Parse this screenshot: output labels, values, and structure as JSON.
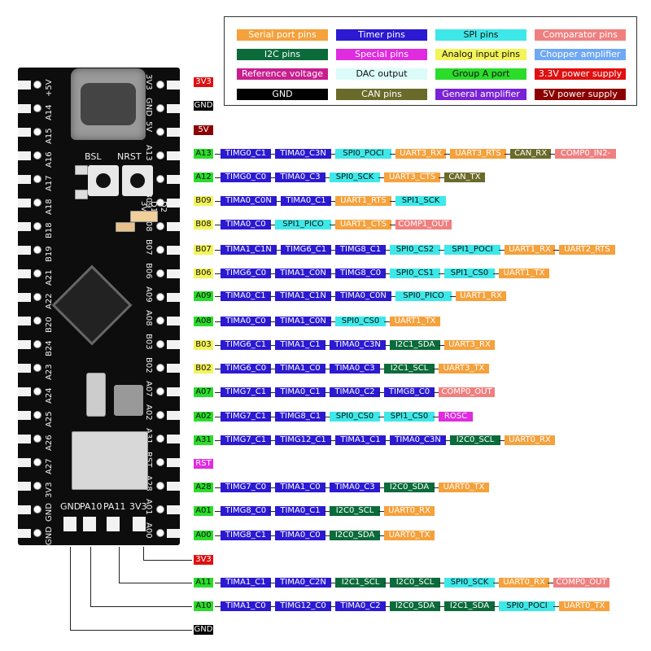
{
  "legend": [
    {
      "label": "Serial port pins",
      "color": "#f5a13c",
      "text": "#ffffff"
    },
    {
      "label": "Timer pins",
      "color": "#2b1ad2",
      "text": "#ffffff"
    },
    {
      "label": "SPI pins",
      "color": "#3ee8e8",
      "text": "#111111"
    },
    {
      "label": "Comparator pins",
      "color": "#f08080",
      "text": "#ffffff"
    },
    {
      "label": "I2C pins",
      "color": "#0b6b3a",
      "text": "#ffffff"
    },
    {
      "label": "Special pins",
      "color": "#e02be0",
      "text": "#ffffff"
    },
    {
      "label": "Analog input pins",
      "color": "#f3f35a",
      "text": "#111111"
    },
    {
      "label": "Chopper amplifier",
      "color": "#6fa8f5",
      "text": "#ffffff"
    },
    {
      "label": "Reference voltage",
      "color": "#c81e8f",
      "text": "#ffffff"
    },
    {
      "label": "DAC output",
      "color": "#dbfcf9",
      "text": "#111111"
    },
    {
      "label": "Group A port",
      "color": "#2bdc2b",
      "text": "#111111"
    },
    {
      "label": "3.3V power supply",
      "color": "#e01010",
      "text": "#ffffff"
    },
    {
      "label": "GND",
      "color": "#000000",
      "text": "#ffffff"
    },
    {
      "label": "CAN pins",
      "color": "#6a6a2a",
      "text": "#ffffff"
    },
    {
      "label": "General amplifier",
      "color": "#7a22d6",
      "text": "#ffffff"
    },
    {
      "label": "5V power supply",
      "color": "#8b0000",
      "text": "#ffffff"
    }
  ],
  "colors": {
    "uart": "#f5a13c",
    "tim": "#2b1ad2",
    "spi": "#3ee8e8",
    "comp": "#f08080",
    "i2c": "#0b6b3a",
    "special": "#e02be0",
    "analog": "#f3f35a",
    "can": "#6a6a2a",
    "groupA": "#2bdc2b",
    "v33": "#e01010",
    "gnd": "#000000",
    "v5": "#8b0000"
  },
  "board": {
    "left_pins": [
      "+5V",
      "A14",
      "A15",
      "A16",
      "A17",
      "A18",
      "B18",
      "B19",
      "A21",
      "A22",
      "B20",
      "B24",
      "A23",
      "A24",
      "A25",
      "A26",
      "A27",
      "3V3",
      "GND",
      "GND"
    ],
    "right_pins": [
      "3V3",
      "GND",
      "5V",
      "A13",
      "A12",
      "B09",
      "B08",
      "B07",
      "B06",
      "A09",
      "A08",
      "B03",
      "B02",
      "A07",
      "A02",
      "A31",
      "RST",
      "A28",
      "A01",
      "A00"
    ],
    "bsl_label": "BSL",
    "nrst_label": "NRST",
    "bottom_labels": [
      "GND",
      "PA10",
      "PA11",
      "3V3"
    ],
    "side_labels": [
      "3V3",
      "D1",
      "D2"
    ]
  },
  "rows": [
    {
      "pin": "3V3",
      "pin_type": "v33",
      "funcs": []
    },
    {
      "pin": "GND",
      "pin_type": "gnd",
      "funcs": []
    },
    {
      "pin": "5V",
      "pin_type": "v5",
      "funcs": []
    },
    {
      "pin": "A13",
      "pin_type": "groupA",
      "funcs": [
        [
          "TIMG0_C1",
          "tim"
        ],
        [
          "TIMA0_C3N",
          "tim"
        ],
        [
          "SPI0_POCI",
          "spi"
        ],
        [
          "UART3_RX",
          "uart"
        ],
        [
          "UART3_RTS",
          "uart"
        ],
        [
          "CAN_RX",
          "can"
        ],
        [
          "COMP0_IN2-",
          "comp"
        ]
      ]
    },
    {
      "pin": "A12",
      "pin_type": "groupA",
      "funcs": [
        [
          "TIMG0_C0",
          "tim"
        ],
        [
          "TIMA0_C3",
          "tim"
        ],
        [
          "SPI0_SCK",
          "spi"
        ],
        [
          "UART3_CTS",
          "uart"
        ],
        [
          "CAN_TX",
          "can"
        ]
      ]
    },
    {
      "pin": "B09",
      "pin_type": "analog",
      "funcs": [
        [
          "TIMA0_C0N",
          "tim"
        ],
        [
          "TIMA0_C1",
          "tim"
        ],
        [
          "UART1_RTS",
          "uart"
        ],
        [
          "SPI1_SCK",
          "spi"
        ]
      ]
    },
    {
      "pin": "B08",
      "pin_type": "analog",
      "funcs": [
        [
          "TIMA0_C0",
          "tim"
        ],
        [
          "SPI1_PICO",
          "spi"
        ],
        [
          "UART1_CTS",
          "uart"
        ],
        [
          "COMP1_OUT",
          "comp"
        ]
      ]
    },
    {
      "pin": "B07",
      "pin_type": "analog",
      "funcs": [
        [
          "TIMA1_C1N",
          "tim"
        ],
        [
          "TIMG6_C1",
          "tim"
        ],
        [
          "TIMG8_C1",
          "tim"
        ],
        [
          "SPI0_CS2",
          "spi"
        ],
        [
          "SPI1_POCI",
          "spi"
        ],
        [
          "UART1_RX",
          "uart"
        ],
        [
          "UART2_RTS",
          "uart"
        ]
      ]
    },
    {
      "pin": "B06",
      "pin_type": "analog",
      "funcs": [
        [
          "TIMG6_C0",
          "tim"
        ],
        [
          "TIMA1_C0N",
          "tim"
        ],
        [
          "TIMG8_C0",
          "tim"
        ],
        [
          "SPI0_CS1",
          "spi"
        ],
        [
          "SPI1_CS0",
          "spi"
        ],
        [
          "UART1_TX",
          "uart"
        ]
      ]
    },
    {
      "pin": "A09",
      "pin_type": "groupA",
      "funcs": [
        [
          "TIMA0_C1",
          "tim"
        ],
        [
          "TIMA1_C1N",
          "tim"
        ],
        [
          "TIMA0_C0N",
          "tim"
        ],
        [
          "SPI0_PICO",
          "spi"
        ],
        [
          "UART1_RX",
          "uart"
        ]
      ]
    },
    {
      "pin": "A08",
      "pin_type": "groupA",
      "funcs": [
        [
          "TIMA0_C0",
          "tim"
        ],
        [
          "TIMA1_C0N",
          "tim"
        ],
        [
          "SPI0_CS0",
          "spi"
        ],
        [
          "UART1_TX",
          "uart"
        ]
      ]
    },
    {
      "pin": "B03",
      "pin_type": "analog",
      "funcs": [
        [
          "TIMG6_C1",
          "tim"
        ],
        [
          "TIMA1_C1",
          "tim"
        ],
        [
          "TIMA0_C3N",
          "tim"
        ],
        [
          "I2C1_SDA",
          "i2c"
        ],
        [
          "UART3_RX",
          "uart"
        ]
      ]
    },
    {
      "pin": "B02",
      "pin_type": "analog",
      "funcs": [
        [
          "TIMG6_C0",
          "tim"
        ],
        [
          "TIMA1_C0",
          "tim"
        ],
        [
          "TIMA0_C3",
          "tim"
        ],
        [
          "I2C1_SCL",
          "i2c"
        ],
        [
          "UART3_TX",
          "uart"
        ]
      ]
    },
    {
      "pin": "A07",
      "pin_type": "groupA",
      "funcs": [
        [
          "TIMG7_C1",
          "tim"
        ],
        [
          "TIMA0_C1",
          "tim"
        ],
        [
          "TIMA0_C2",
          "tim"
        ],
        [
          "TIMG8_C0",
          "tim"
        ],
        [
          "COMP0_OUT",
          "comp"
        ]
      ]
    },
    {
      "pin": "A02",
      "pin_type": "groupA",
      "funcs": [
        [
          "TIMG7_C1",
          "tim"
        ],
        [
          "TIMG8_C1",
          "tim"
        ],
        [
          "SPI0_CS0",
          "spi"
        ],
        [
          "SPI1_CS0",
          "spi"
        ],
        [
          "ROSC",
          "special"
        ]
      ]
    },
    {
      "pin": "A31",
      "pin_type": "groupA",
      "funcs": [
        [
          "TIMG7_C1",
          "tim"
        ],
        [
          "TIMG12_C1",
          "tim"
        ],
        [
          "TIMA1_C1",
          "tim"
        ],
        [
          "TIMA0_C3N",
          "tim"
        ],
        [
          "I2C0_SCL",
          "i2c"
        ],
        [
          "UART0_RX",
          "uart"
        ]
      ]
    },
    {
      "pin": "RST",
      "pin_type": "special",
      "funcs": []
    },
    {
      "pin": "A28",
      "pin_type": "groupA",
      "funcs": [
        [
          "TIMG7_C0",
          "tim"
        ],
        [
          "TIMA1_C0",
          "tim"
        ],
        [
          "TIMA0_C3",
          "tim"
        ],
        [
          "I2C0_SDA",
          "i2c"
        ],
        [
          "UART0_TX",
          "uart"
        ]
      ]
    },
    {
      "pin": "A01",
      "pin_type": "groupA",
      "funcs": [
        [
          "TIMG8_C0",
          "tim"
        ],
        [
          "TIMA0_C1",
          "tim"
        ],
        [
          "I2C0_SCL",
          "i2c"
        ],
        [
          "UART0_RX",
          "uart"
        ]
      ]
    },
    {
      "pin": "A00",
      "pin_type": "groupA",
      "funcs": [
        [
          "TIMG8_C1",
          "tim"
        ],
        [
          "TIMA0_C0",
          "tim"
        ],
        [
          "I2C0_SDA",
          "i2c"
        ],
        [
          "UART0_TX",
          "uart"
        ]
      ]
    },
    {
      "pin": "3V3",
      "pin_type": "v33",
      "funcs": []
    },
    {
      "pin": "A11",
      "pin_type": "groupA",
      "funcs": [
        [
          "TIMA1_C1",
          "tim"
        ],
        [
          "TIMA0_C2N",
          "tim"
        ],
        [
          "I2C1_SCL",
          "i2c"
        ],
        [
          "I2C0_SCL",
          "i2c"
        ],
        [
          "SPI0_SCK",
          "spi"
        ],
        [
          "UART0_RX",
          "uart"
        ],
        [
          "COMP0_OUT",
          "comp"
        ]
      ]
    },
    {
      "pin": "A10",
      "pin_type": "groupA",
      "funcs": [
        [
          "TIMA1_C0",
          "tim"
        ],
        [
          "TIMG12_C0",
          "tim"
        ],
        [
          "TIMA0_C2",
          "tim"
        ],
        [
          "I2C0_SDA",
          "i2c"
        ],
        [
          "I2C1_SDA",
          "i2c"
        ],
        [
          "SPI0_POCI",
          "spi"
        ],
        [
          "UART0_TX",
          "uart"
        ]
      ]
    },
    {
      "pin": "GND",
      "pin_type": "gnd",
      "funcs": []
    }
  ]
}
